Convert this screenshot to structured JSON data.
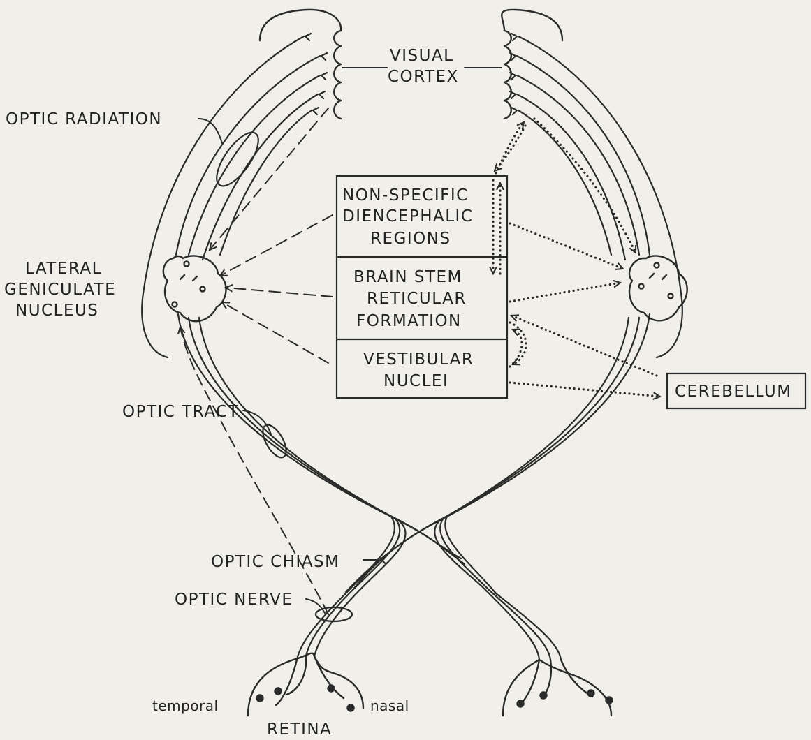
{
  "labels": {
    "visual_cortex_1": "VISUAL",
    "visual_cortex_2": "CORTEX",
    "optic_radiation": "OPTIC RADIATION",
    "lgn_1": "LATERAL",
    "lgn_2": "GENICULATE",
    "lgn_3": "NUCLEUS",
    "nonspecific_1": "NON-SPECIFIC",
    "nonspecific_2": "DIENCEPHALIC",
    "nonspecific_3": "REGIONS",
    "brainstem_1": "BRAIN STEM",
    "brainstem_2": "RETICULAR",
    "brainstem_3": "FORMATION",
    "vestibular_1": "VESTIBULAR",
    "vestibular_2": "NUCLEI",
    "cerebellum": "CEREBELLUM",
    "optic_tract": "OPTIC TRACT",
    "optic_chiasm": "OPTIC CHIASM",
    "optic_nerve": "OPTIC NERVE",
    "temporal": "temporal",
    "nasal": "nasal",
    "retina": "RETINA"
  }
}
